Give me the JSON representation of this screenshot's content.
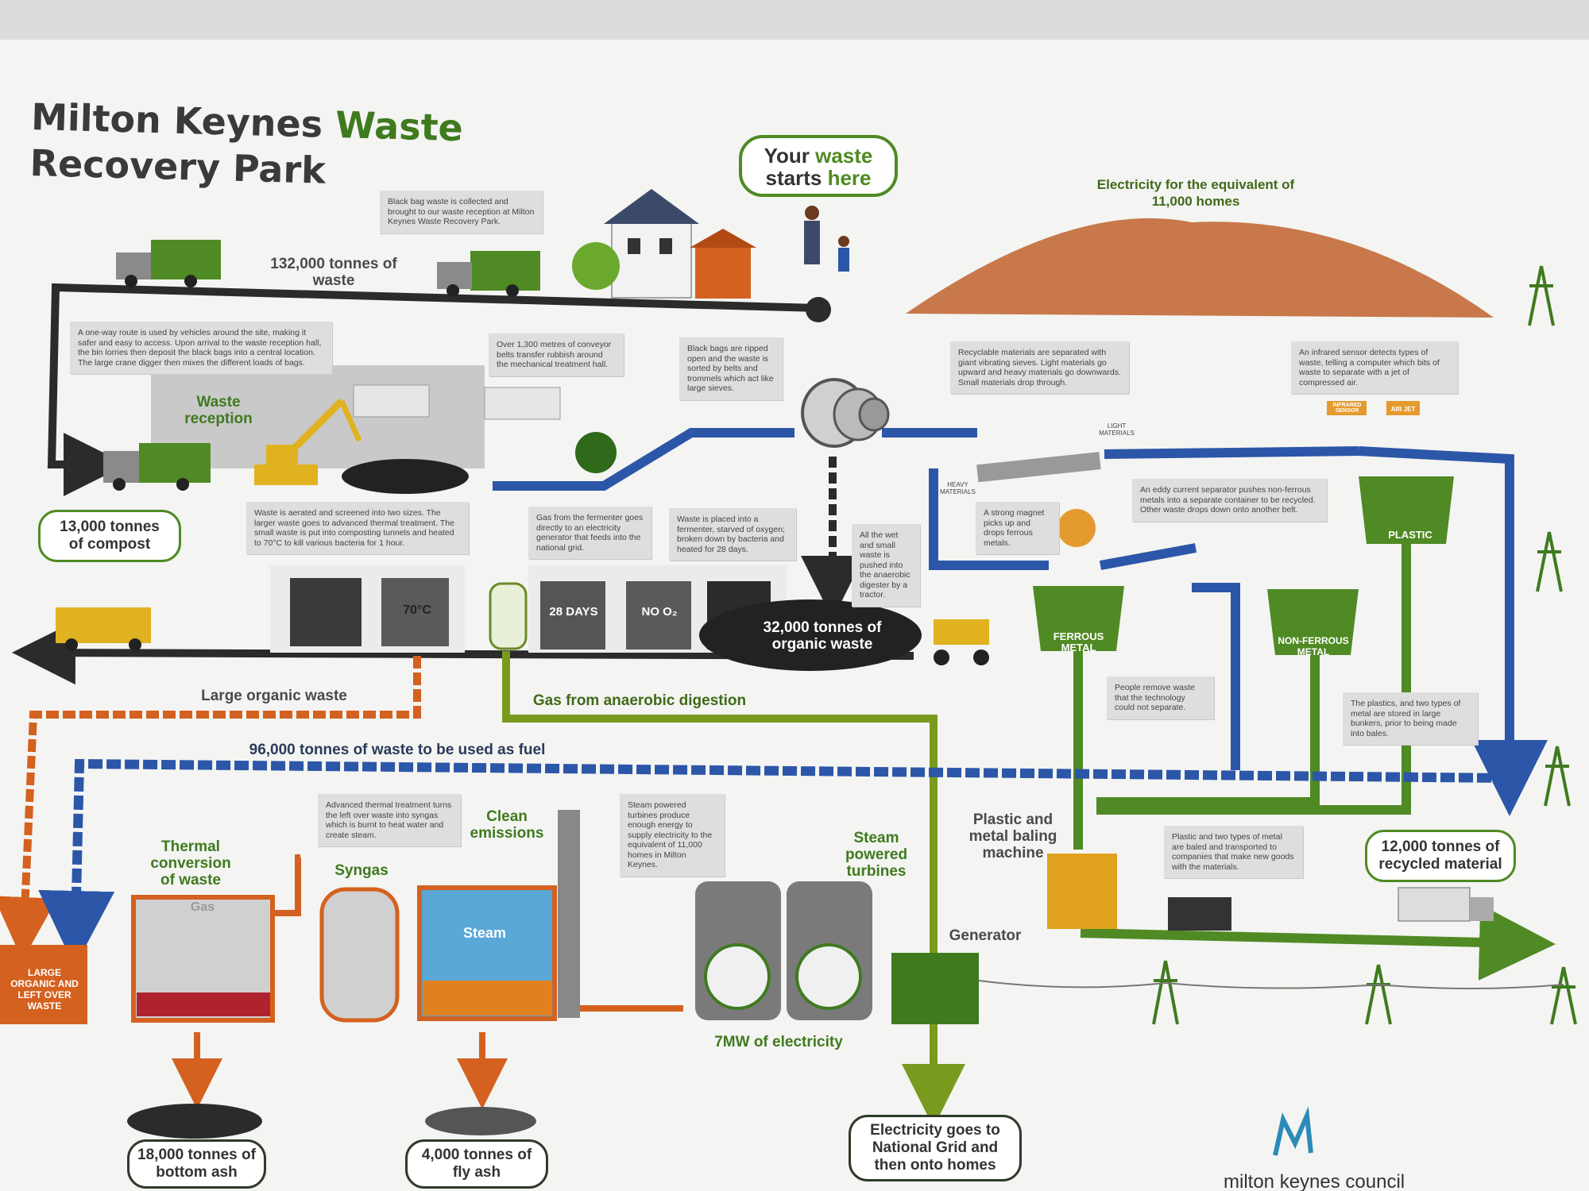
{
  "title": {
    "line1_a": "Milton Keynes ",
    "line1_b": "Waste",
    "line2": "Recovery Park"
  },
  "start_badge": {
    "line1_a": "Your ",
    "line1_b": "waste",
    "line2_a": "starts ",
    "line2_b": "here"
  },
  "labels": {
    "tonnes_waste": "132,000 tonnes of waste",
    "waste_reception": "Waste reception",
    "compost": "13,000 tonnes of compost",
    "organic_waste": "32,000 tonnes of organic waste",
    "large_organic": "Large organic waste",
    "gas_ad": "Gas from anaerobic digestion",
    "fuel": "96,000 tonnes of waste to be used as fuel",
    "electricity_homes": "Electricity for the equivalent of 11,000 homes",
    "thermal": "Thermal conversion of waste",
    "syngas": "Syngas",
    "clean_emissions": "Clean emissions",
    "steam_turbines": "Steam powered turbines",
    "generator": "Generator",
    "mw": "7MW of electricity",
    "baling": "Plastic and metal baling machine",
    "recycled": "12,000 tonnes of recycled material",
    "bottom_ash": "18,000 tonnes of bottom ash",
    "fly_ash": "4,000 tonnes of fly ash",
    "national_grid": "Electricity goes to National Grid and then onto homes",
    "temp_70": "70°C",
    "days_28": "28 DAYS",
    "no_o2": "NO O₂",
    "gas": "Gas",
    "steam": "Steam",
    "ferrous": "FERROUS METAL",
    "non_ferrous": "NON-FERROUS METAL",
    "plastic": "PLASTIC",
    "light_materials": "LIGHT MATERIALS",
    "heavy_materials": "HEAVY MATERIALS",
    "infrared": "INFRARED SENSOR",
    "air_jet": "AIR JET",
    "large_organic_bin": "LARGE ORGANIC AND LEFT OVER WASTE",
    "council": "milton keynes council"
  },
  "notes": {
    "black_bag": "Black bag waste is collected and brought to our waste reception at Milton Keynes Waste Recovery Park.",
    "one_way": "A one-way route is used by vehicles around the site, making it safer and easy to access. Upon arrival to the waste reception hall, the bin lorries then deposit the black bags into a central location. The large crane digger then mixes the different loads of bags.",
    "conveyor": "Over 1,300 metres of conveyor belts transfer rubbish around the mechanical treatment hall.",
    "ripped": "Black bags are ripped open and the waste is sorted by belts and trommels which act like large sieves.",
    "aerated": "Waste is aerated and screened into two sizes. The larger waste goes to advanced thermal treatment. The small waste is put into composting tunnels and heated to 70°C to kill various bacteria for 1 hour.",
    "fermenter_gas": "Gas from the fermenter goes directly to an electricity generator that feeds into the national grid.",
    "fermenter": "Waste is placed into a fermenter, starved of oxygen; broken down by bacteria and heated for 28 days.",
    "wet_waste": "All the wet and small waste is pushed into the anaerobic digester by a tractor.",
    "vibrating": "Recyclable materials are separated with giant vibrating sieves. Light materials go upward and heavy materials go downwards. Small materials drop through.",
    "infrared": "An infrared sensor detects types of waste, telling a computer which bits of waste to separate with a jet of compressed air.",
    "eddy": "An eddy current separator pushes non-ferrous metals into a separate container to be recycled. Other waste drops down onto another belt.",
    "magnet": "A strong magnet picks up and drops ferrous metals.",
    "people": "People remove waste that the technology could not separate.",
    "bunkers": "The plastics, and two types of metal are stored in large bunkers, prior to being made into bales.",
    "thermal": "Advanced thermal treatment turns the left over waste into syngas which is burnt to heat water and create steam.",
    "turbines": "Steam powered turbines produce enough energy to supply electricity to the equivalent of 11,000 homes in Milton Keynes.",
    "baled": "Plastic and two types of metal are baled and transported to companies that make new goods with the materials."
  },
  "colors": {
    "green": "#4f8a24",
    "blue": "#2c56a8",
    "orange": "#d4611f",
    "dark": "#2b2b2b",
    "olive": "#7a9a1e"
  }
}
